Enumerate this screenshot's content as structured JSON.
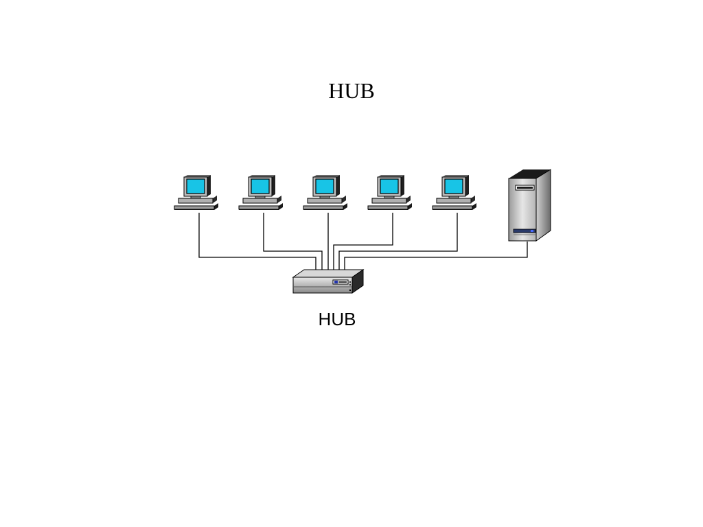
{
  "title": "HUB",
  "hub_label": "HUB",
  "nodes": [
    {
      "type": "workstation",
      "icon": "computer-icon"
    },
    {
      "type": "workstation",
      "icon": "computer-icon"
    },
    {
      "type": "workstation",
      "icon": "computer-icon"
    },
    {
      "type": "workstation",
      "icon": "computer-icon"
    },
    {
      "type": "workstation",
      "icon": "computer-icon"
    },
    {
      "type": "server",
      "icon": "server-tower-icon"
    }
  ],
  "hub": {
    "type": "hub",
    "icon": "hub-device-icon"
  },
  "colors": {
    "screen": "#18c4e6",
    "cable": "#000000",
    "device_gray": "#a8a8a8"
  }
}
